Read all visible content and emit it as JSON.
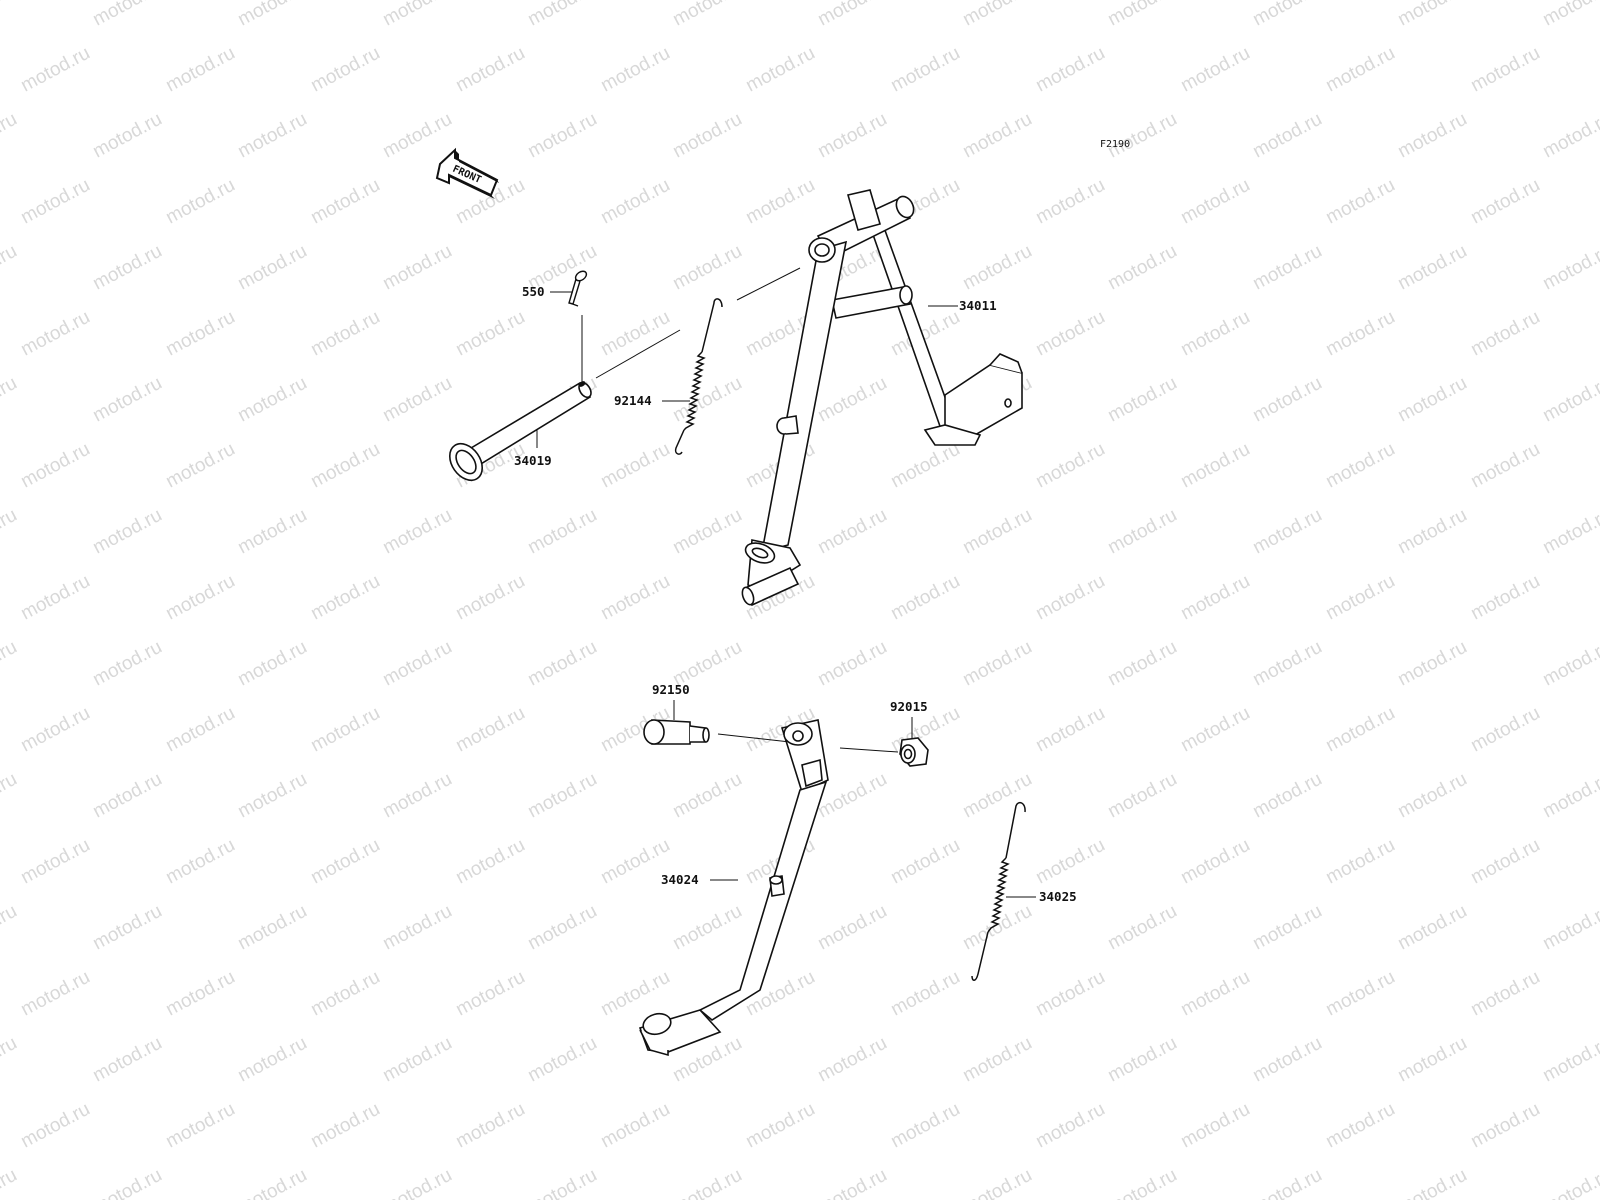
{
  "colors": {
    "ink": "#111111",
    "watermark": "#d8d8d8",
    "background": "#ffffff"
  },
  "watermark": {
    "text": "motod.ru"
  },
  "diagram": {
    "figure_code": "F2190",
    "front_arrow_label": "FRONT",
    "parts": [
      {
        "id": "550"
      },
      {
        "id": "34019"
      },
      {
        "id": "92144"
      },
      {
        "id": "34011"
      },
      {
        "id": "92150"
      },
      {
        "id": "92015"
      },
      {
        "id": "34024"
      },
      {
        "id": "34025"
      }
    ]
  }
}
